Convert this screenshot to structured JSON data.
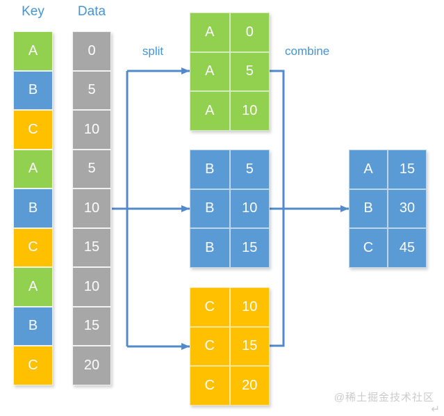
{
  "headers": {
    "key": "Key",
    "data": "Data"
  },
  "labels": {
    "split": "split",
    "combine": "combine"
  },
  "key_column": [
    "A",
    "B",
    "C",
    "A",
    "B",
    "C",
    "A",
    "B",
    "C"
  ],
  "data_column": [
    "0",
    "5",
    "10",
    "5",
    "10",
    "15",
    "10",
    "15",
    "20"
  ],
  "key_colors": {
    "A": "#92D050",
    "B": "#5B9BD5",
    "C": "#FFC000"
  },
  "groups": [
    {
      "key": "A",
      "color": "#92D050",
      "rows": [
        [
          "A",
          "0"
        ],
        [
          "A",
          "5"
        ],
        [
          "A",
          "10"
        ]
      ]
    },
    {
      "key": "B",
      "color": "#5B9BD5",
      "rows": [
        [
          "B",
          "5"
        ],
        [
          "B",
          "10"
        ],
        [
          "B",
          "15"
        ]
      ]
    },
    {
      "key": "C",
      "color": "#FFC000",
      "rows": [
        [
          "C",
          "10"
        ],
        [
          "C",
          "15"
        ],
        [
          "C",
          "20"
        ]
      ]
    }
  ],
  "result": {
    "color": "#5B9BD5",
    "rows": [
      [
        "A",
        "15"
      ],
      [
        "B",
        "30"
      ],
      [
        "C",
        "45"
      ]
    ]
  },
  "watermark": {
    "text": "@稀土掘金技术社区",
    "symbol": "↵"
  },
  "colors": {
    "line": "#5289CB",
    "label_text": "#4693D6",
    "data_gray": "#A7A7A7",
    "cell_text": "#FDFDFD",
    "watermark": "#CBCBCB"
  }
}
